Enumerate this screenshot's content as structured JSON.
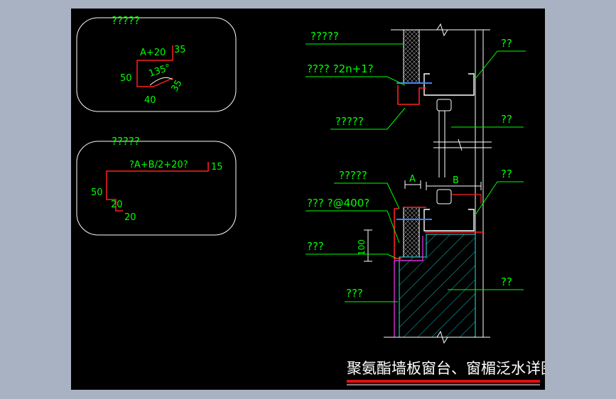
{
  "title": "聚氨酯墙板窗台、窗楣泛水详图",
  "colors": {
    "background": "#000000",
    "frame": "#a9b2c2",
    "green_text": "#00ff00",
    "red_flashing": "#ff2020",
    "white_line": "#ffffff",
    "cyan_line": "#22e6e6",
    "magenta_line": "#ff33ff",
    "title_underline": "#e01010"
  },
  "detail_top": {
    "label": "?????",
    "dim_a20": "A+20",
    "dim_35_top": "35",
    "dim_50": "50",
    "angle": "135°",
    "dim_35_slope": "35",
    "dim_40": "40"
  },
  "detail_bottom": {
    "label": "?????",
    "dim_ab": "?A+B/2+20?",
    "dim_15": "15",
    "dim_50": "50",
    "dim_20_a": "20",
    "dim_20_b": "20"
  },
  "section_labels": {
    "left_1": "?????",
    "left_2": "???? ?2n+1?",
    "left_3": "?????",
    "left_4": "?????",
    "left_5": "??? ?@400?",
    "left_6": "???",
    "left_7": "???",
    "right_1": "??",
    "right_2": "??",
    "right_3": "??",
    "right_4": "??",
    "dim_a": "A",
    "dim_b": "B",
    "dim_100": "100"
  }
}
